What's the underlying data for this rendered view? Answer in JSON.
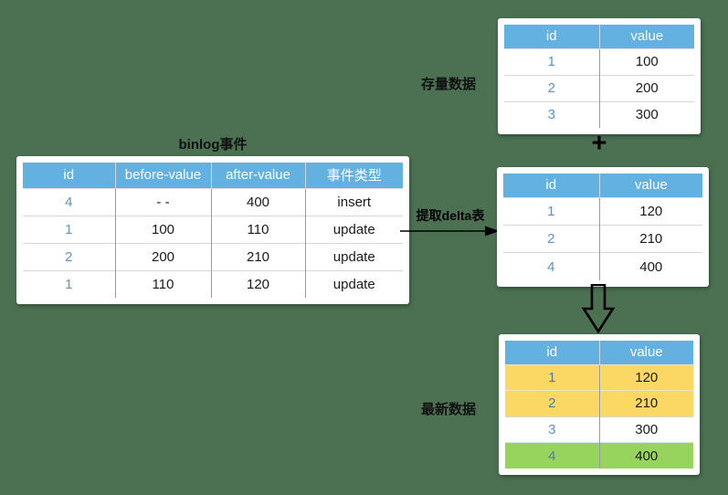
{
  "colors": {
    "background": "#4b7152",
    "table_header_blue": "#62b1e0",
    "id_text_blue": "#5b94be",
    "highlight_yellow": "#fbd764",
    "highlight_green": "#97d45e",
    "arrow_black": "#000000"
  },
  "binlog_table": {
    "title": "binlog事件",
    "headers": [
      "id",
      "before-value",
      "after-value",
      "事件类型"
    ],
    "rows": [
      [
        "4",
        "- -",
        "400",
        "insert"
      ],
      [
        "1",
        "100",
        "110",
        "update"
      ],
      [
        "2",
        "200",
        "210",
        "update"
      ],
      [
        "1",
        "110",
        "120",
        "update"
      ]
    ]
  },
  "extract_arrow_label": "提取delta表",
  "plus_sign": "+",
  "stock_table": {
    "label": "存量数据",
    "headers": [
      "id",
      "value"
    ],
    "rows": [
      [
        "1",
        "100"
      ],
      [
        "2",
        "200"
      ],
      [
        "3",
        "300"
      ]
    ]
  },
  "delta_table": {
    "headers": [
      "id",
      "value"
    ],
    "rows": [
      [
        "1",
        "120"
      ],
      [
        "2",
        "210"
      ],
      [
        "4",
        "400"
      ]
    ]
  },
  "latest_table": {
    "label": "最新数据",
    "headers": [
      "id",
      "value"
    ],
    "rows": [
      {
        "id": "1",
        "value": "120",
        "highlight": "yellow"
      },
      {
        "id": "2",
        "value": "210",
        "highlight": "yellow"
      },
      {
        "id": "3",
        "value": "300",
        "highlight": "none"
      },
      {
        "id": "4",
        "value": "400",
        "highlight": "green"
      }
    ]
  }
}
